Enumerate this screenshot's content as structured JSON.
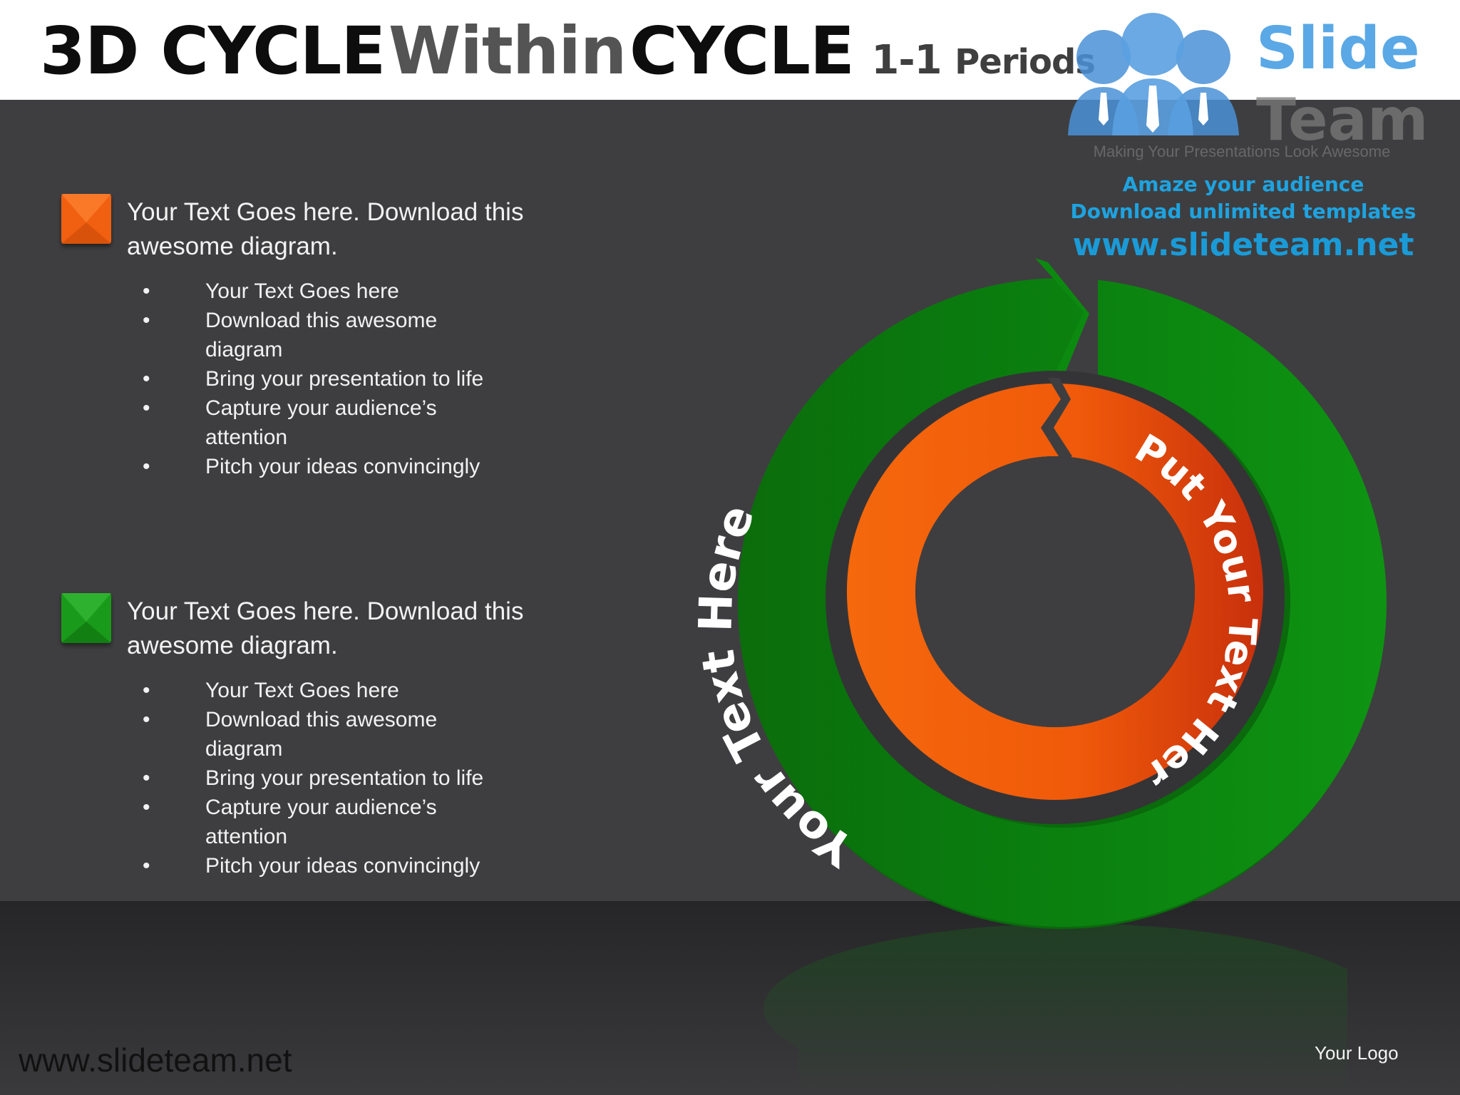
{
  "title": {
    "part1": "3D CYCLE",
    "part2": "Within",
    "part3": "CYCLE",
    "part4": "1-1",
    "part5": "Periods"
  },
  "brand": {
    "name_line1": "Slide",
    "name_line2": "Team",
    "tagline": "Making Your Presentations Look Awesome",
    "promo_line1": "Amaze your audience",
    "promo_line2": "Download unlimited templates",
    "promo_url": "www.slideteam.net",
    "icon": "people-group-icon",
    "color": "#1ea3e0"
  },
  "blocks": [
    {
      "marker_color": "#f06010",
      "heading": "Your Text Goes here. Download this awesome diagram.",
      "bullets": [
        "Your Text Goes here",
        "Download this awesome diagram",
        "Bring your presentation to life",
        "Capture your audience’s attention",
        "Pitch your ideas convincingly"
      ]
    },
    {
      "marker_color": "#1a9a1a",
      "heading": "Your Text Goes here. Download this awesome diagram.",
      "bullets": [
        "Your Text Goes here",
        "Download this awesome diagram",
        "Bring your presentation to life",
        "Capture your audience’s attention",
        "Pitch your ideas convincingly"
      ]
    }
  ],
  "bullet_char": "•",
  "diagram": {
    "outer_ring_label": "Your Text Here",
    "inner_ring_label": "Put Your Text Here",
    "outer_color": "#0a8a10",
    "inner_color": "#f05a0a"
  },
  "footer": {
    "url": "www.slideteam.net",
    "logo": "Your Logo"
  }
}
